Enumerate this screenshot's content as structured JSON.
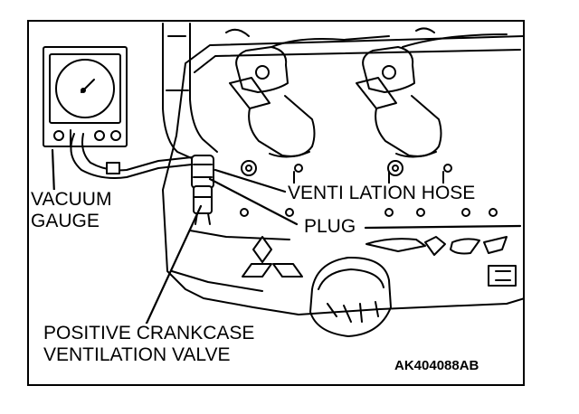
{
  "labels": {
    "vacuum_gauge_line1": "VACUUM",
    "vacuum_gauge_line2": "GAUGE",
    "ventilation_hose": "VENTI LATION HOSE",
    "plug": "PLUG",
    "pcv_valve_line1": "POSITIVE CRANKCASE",
    "pcv_valve_line2": "VENTILATION VALVE"
  },
  "figure_code": "AK404088AB",
  "colors": {
    "line": "#000000",
    "background": "#ffffff"
  }
}
